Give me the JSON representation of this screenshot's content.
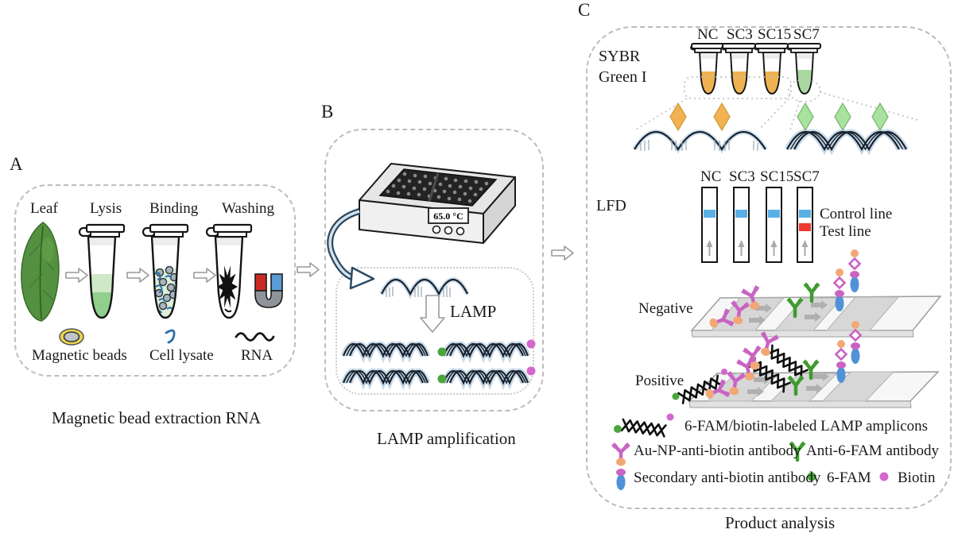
{
  "panelA": {
    "label": "A",
    "caption": "Magnetic bead extraction RNA",
    "steps": [
      "Leaf",
      "Lysis",
      "Binding",
      "Washing"
    ],
    "items": [
      "Magnetic beads",
      "Cell lysate",
      "RNA"
    ]
  },
  "panelB": {
    "label": "B",
    "caption": "LAMP amplification",
    "heater_display": "65.0 °C",
    "process_label": "LAMP"
  },
  "panelC": {
    "label": "C",
    "caption": "Product analysis",
    "sybr_line1": "SYBR",
    "sybr_line2": "Green I",
    "tube_labels": [
      "NC",
      "SC3",
      "SC15",
      "SC7"
    ],
    "lfd_label": "LFD",
    "strip_labels": [
      "NC",
      "SC3",
      "SC15",
      "SC7"
    ],
    "control_line_label": "Control line",
    "test_line_label": "Test line",
    "negative_label": "Negative",
    "positive_label": "Positive",
    "legend": {
      "amplicons": "6-FAM/biotin-labeled LAMP amplicons",
      "au_np": "Au-NP-anti-biotin antibody",
      "anti_fam": "Anti-6-FAM antibody",
      "secondary": "Secondary anti-biotin antibody",
      "fam": "6-FAM",
      "biotin": "Biotin"
    }
  },
  "colors": {
    "sybr_negative_orange": "#efb253",
    "sybr_positive_green": "#a9d8a0",
    "lysate_green": "#90cf8c",
    "control_line_blue": "#58b0e3",
    "test_line_red": "#ee3a30",
    "au_np_antibody_magenta": "#c964c3",
    "gold_nanoparticle_orange": "#f2a876",
    "anti_fam_antibody_green": "#3f9b2f",
    "secondary_antibody_blue": "#5191d8",
    "fam_dot_green": "#4aa63c",
    "biotin_dot_pink": "#d467cc",
    "magnet_red": "#cc2b24",
    "magnet_blue": "#5b9bd5"
  }
}
